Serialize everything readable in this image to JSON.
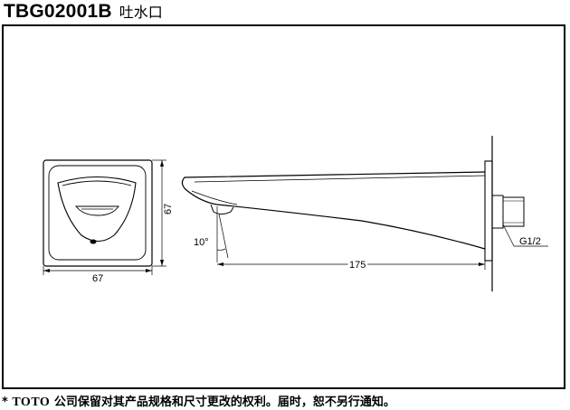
{
  "header": {
    "model_code": "TBG02001B",
    "product_name": "吐水口"
  },
  "dimensions": {
    "front_width": "67",
    "front_height": "67",
    "spout_length": "175",
    "angle": "10°",
    "thread": "G1/2"
  },
  "footer": {
    "asterisk": "*",
    "brand": "TOTO",
    "notice": "公司保留对其产品规格和尺寸更改的权利。届时，恕不另行通知。"
  }
}
